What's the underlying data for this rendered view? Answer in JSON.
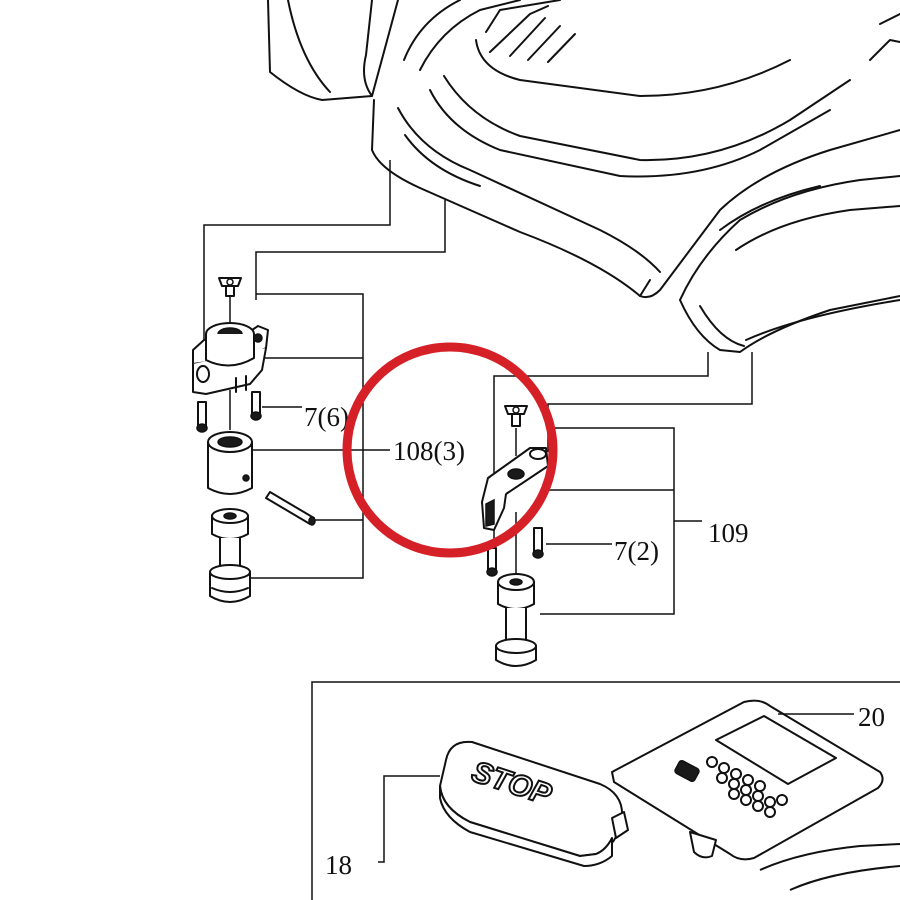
{
  "callouts": {
    "c7_6": "7(6)",
    "c108_3": "108(3)",
    "c109": "109",
    "c7_2": "7(2)",
    "c20": "20",
    "c18": "18"
  },
  "stop_label": "STOP",
  "highlight_color": "#d62027"
}
